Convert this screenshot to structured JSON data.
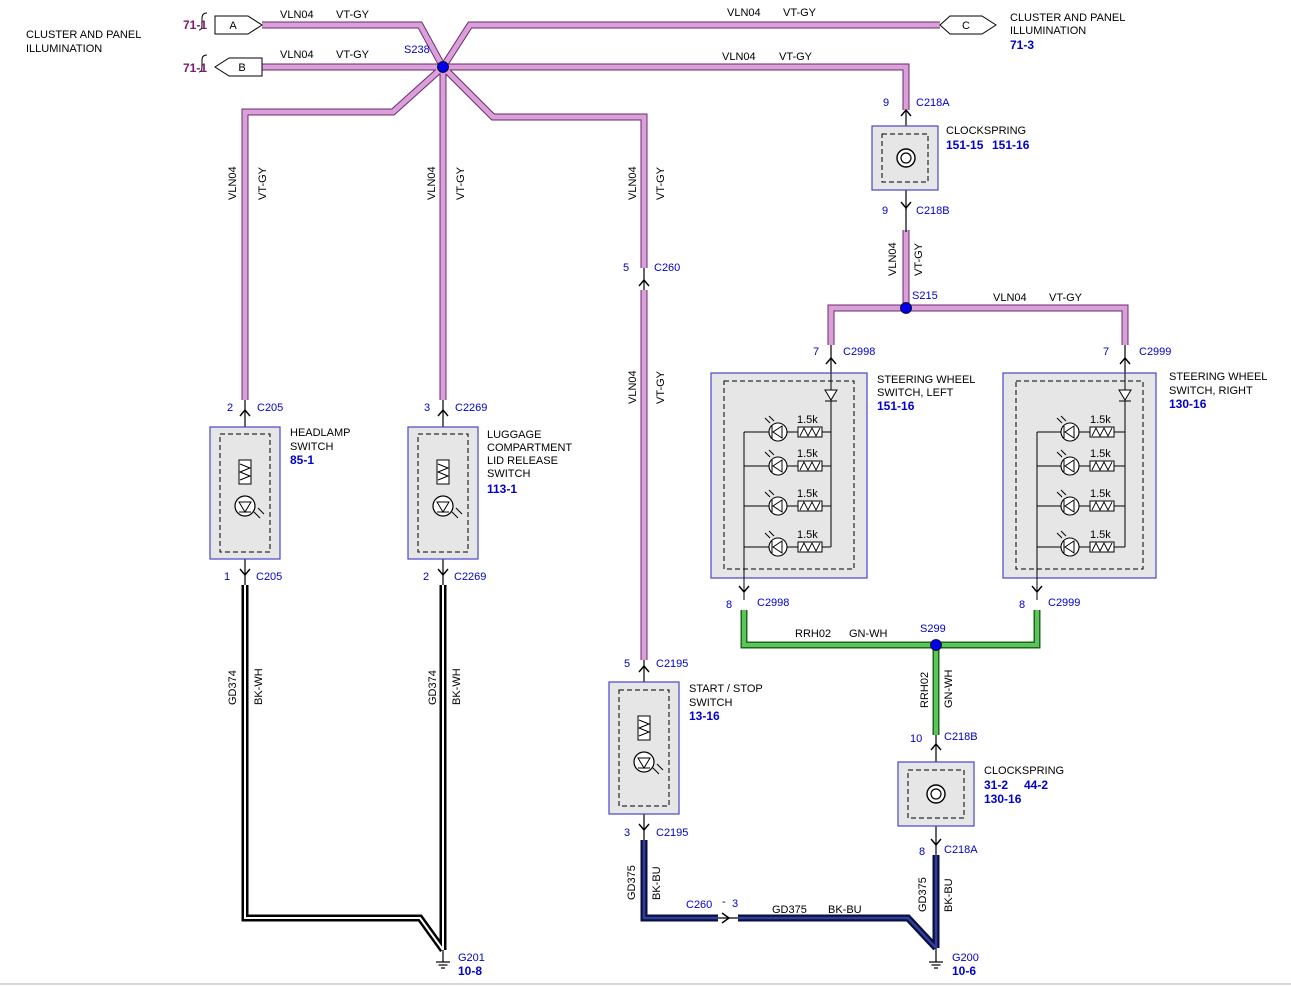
{
  "labels": {
    "cluster_left": [
      "CLUSTER AND PANEL",
      "ILLUMINATION"
    ],
    "cluster_right": [
      "CLUSTER AND PANEL",
      "ILLUMINATION"
    ],
    "ref_71_1": "71-1",
    "ref_71_3": "71-3",
    "conn_a": "A",
    "conn_b": "B",
    "conn_c": "C",
    "circuit_vln04": "VLN04",
    "color_vt_gy": "VT-GY",
    "circuit_gd374": "GD374",
    "color_bk_wh": "BK-WH",
    "circuit_gd375": "GD375",
    "color_bk_bu": "BK-BU",
    "circuit_rrh02": "RRH02",
    "color_gn_wh": "GN-WH",
    "splice_s238": "S238",
    "splice_s215": "S215",
    "splice_s299": "S299",
    "clockspring_top": "CLOCKSPRING",
    "clockspring_top_ref1": "151-15",
    "clockspring_top_ref2": "151-16",
    "clockspring_bottom": "CLOCKSPRING",
    "clockspring_bottom_ref1": "31-2",
    "clockspring_bottom_ref2": "44-2",
    "clockspring_bottom_ref3": "130-16",
    "headlamp_switch": [
      "HEADLAMP",
      "SWITCH"
    ],
    "headlamp_ref": "85-1",
    "luggage_switch": [
      "LUGGAGE",
      "COMPARTMENT",
      "LID RELEASE",
      "SWITCH"
    ],
    "luggage_ref": "113-1",
    "start_stop_switch": [
      "START / STOP",
      "SWITCH"
    ],
    "start_stop_ref": "13-16",
    "sw_left": [
      "STEERING WHEEL",
      "SWITCH, LEFT"
    ],
    "sw_left_ref": "151-16",
    "sw_right": [
      "STEERING WHEEL",
      "SWITCH, RIGHT"
    ],
    "sw_right_ref": "130-16",
    "resistor_value": "1.5k",
    "ground_g201": "G201",
    "ground_g201_ref": "10-8",
    "ground_g200": "G200",
    "ground_g200_ref": "10-6"
  },
  "connectors": {
    "c218a_top": {
      "pin": "9",
      "name": "C218A"
    },
    "c218b_top": {
      "pin": "9",
      "name": "C218B"
    },
    "c260_top": {
      "pin": "5",
      "name": "C260"
    },
    "c205_top": {
      "pin": "2",
      "name": "C205"
    },
    "c205_bottom": {
      "pin": "1",
      "name": "C205"
    },
    "c2269_top": {
      "pin": "3",
      "name": "C2269"
    },
    "c2269_bottom": {
      "pin": "2",
      "name": "C2269"
    },
    "c2998_top": {
      "pin": "7",
      "name": "C2998"
    },
    "c2998_bottom": {
      "pin": "8",
      "name": "C2998"
    },
    "c2999_top": {
      "pin": "7",
      "name": "C2999"
    },
    "c2999_bottom": {
      "pin": "8",
      "name": "C2999"
    },
    "c2195_top": {
      "pin": "5",
      "name": "C2195"
    },
    "c2195_bottom": {
      "pin": "3",
      "name": "C2195"
    },
    "c218b_bottom": {
      "pin": "10",
      "name": "C218B"
    },
    "c218a_bottom": {
      "pin": "8",
      "name": "C218A"
    },
    "c260_bottom": {
      "pin": "3",
      "name": "C260"
    }
  },
  "colors": {
    "violet_wire": "#cc88cc",
    "green_wire": "#2a9a2a",
    "blue_wire": "#101a6a",
    "splice": "#0000ee",
    "ref_blue": "#0000cc",
    "ref_purple": "#7b1a6e",
    "component_fill": "#e6e6e6",
    "component_border": "#4a46c8"
  }
}
